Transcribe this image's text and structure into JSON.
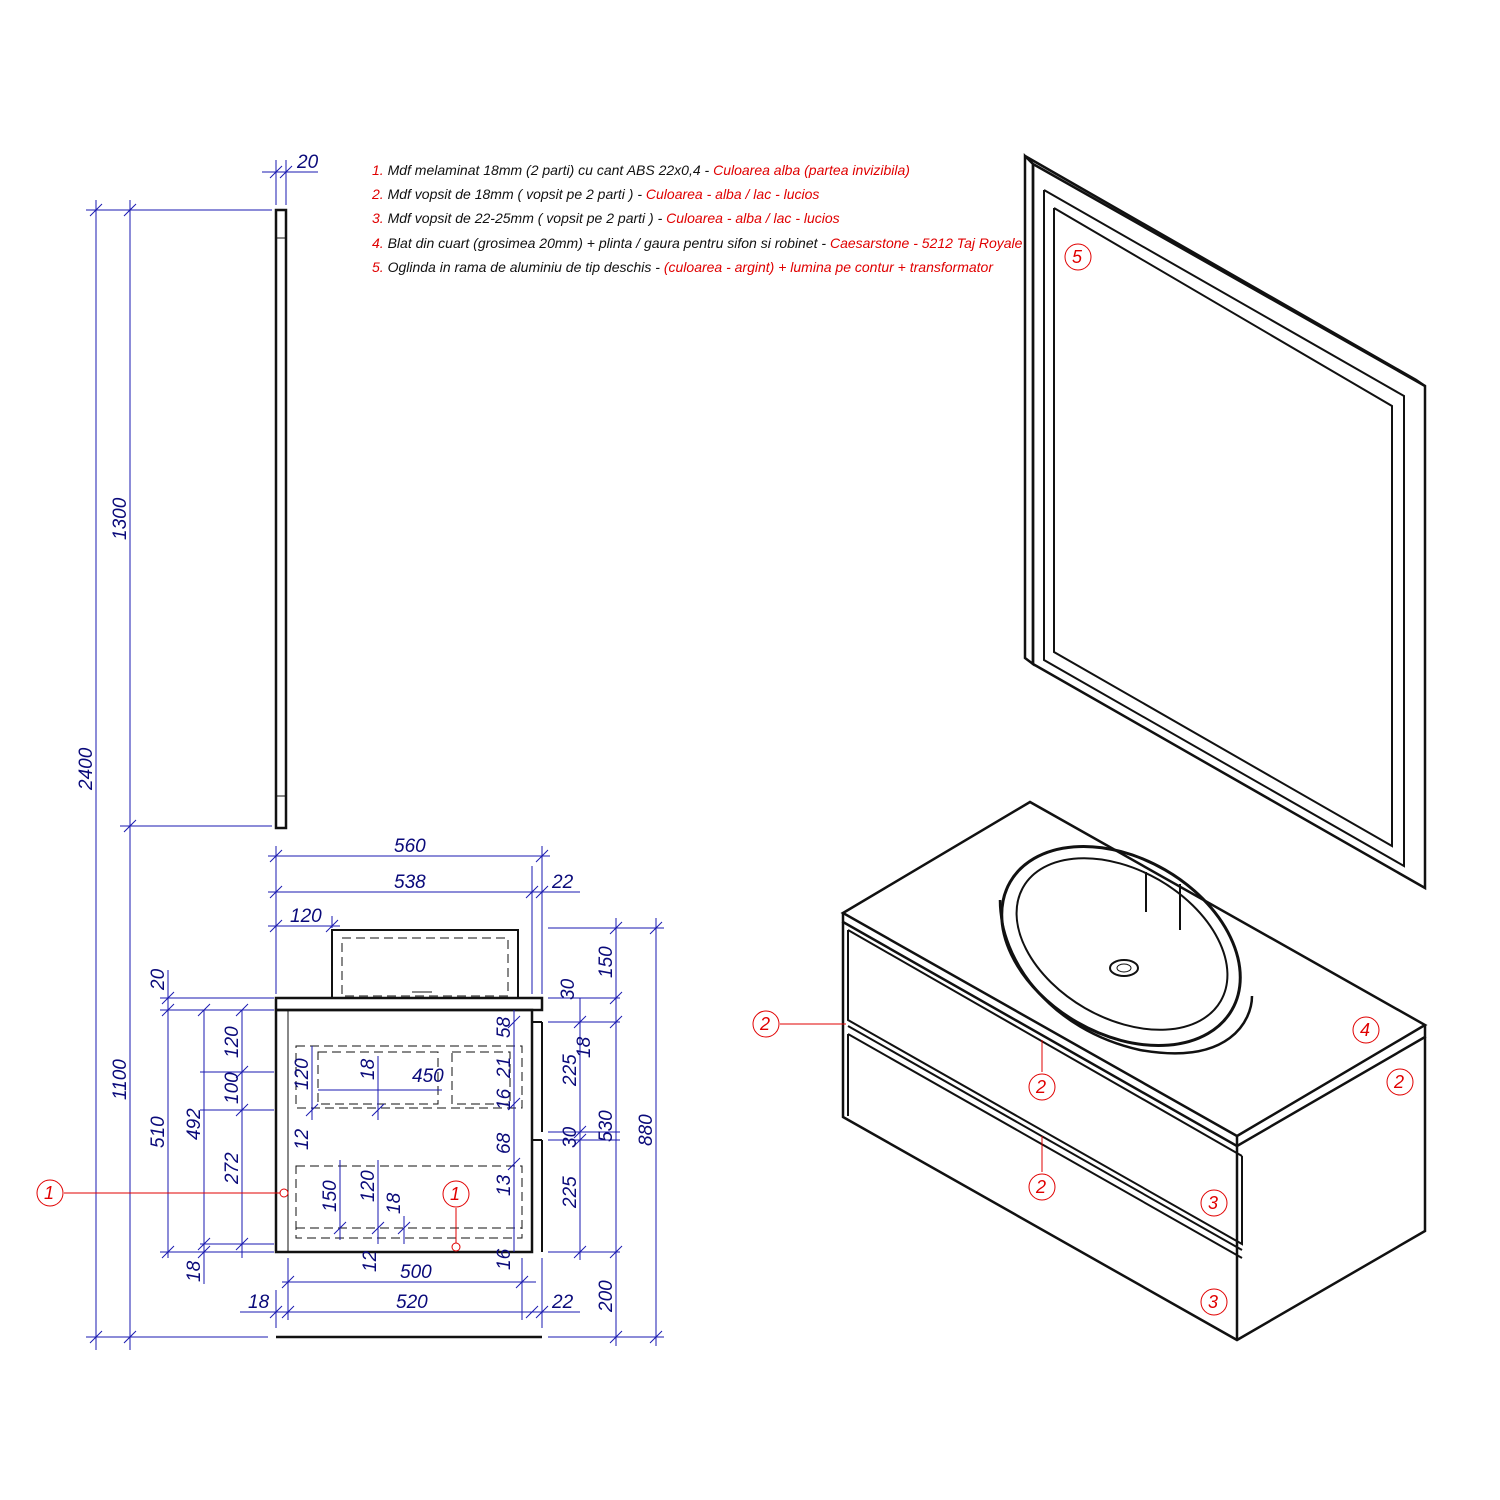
{
  "legend": [
    {
      "num": "1.",
      "text": "Mdf melaminat 18mm (2 parti) cu cant ABS 22x0,4 -",
      "note": "Culoarea alba (partea invizibila)"
    },
    {
      "num": "2.",
      "text": "Mdf vopsit de 18mm ( vopsit pe 2 parti ) -",
      "note": "Culoarea - alba / lac - lucios"
    },
    {
      "num": "3.",
      "text": "Mdf vopsit de 22-25mm ( vopsit pe 2 parti ) -",
      "note": "Culoarea - alba / lac - lucios"
    },
    {
      "num": "4.",
      "text": "Blat din cuart (grosimea 20mm) + plinta / gaura pentru sifon si robinet -",
      "note": "Caesarstone - 5212 Taj Royale"
    },
    {
      "num": "5.",
      "text": "Oglinda in rama de aluminiu de tip deschis -",
      "note": "(culoarea - argint) + lumina pe contur + transformator"
    }
  ],
  "dimensions": {
    "mirror_thickness": "20",
    "total_height": "2400",
    "mirror_height": "1300",
    "vanity_height": "1100",
    "width_total": "560",
    "width_body": "538",
    "front_thickness": "22",
    "sink_offset": "120",
    "sink_height": "150",
    "top_thickness": "20",
    "top_offset": "30",
    "carcass_height": "510",
    "inner_height": "492",
    "upper_drawer_height": "120",
    "gap_100": "100",
    "lower_drawer_height": "272",
    "base_18": "18",
    "front_gap_18": "18",
    "front_top": "225",
    "front_bottom": "225",
    "front_total": "530",
    "front_gap_30": "30",
    "total_880": "880",
    "leg_height": "200",
    "drawer_side_58": "58",
    "drawer_21": "21",
    "drawer_16a": "16",
    "drawer_68": "68",
    "drawer_13": "13",
    "drawer_16b": "16",
    "drawer_front_120": "120",
    "drawer_18": "18",
    "drawer_450": "450",
    "drawer_12a": "12",
    "drawer_150": "150",
    "drawer_120b": "120",
    "drawer_18b": "18",
    "drawer_12b": "12",
    "inner_width": "500",
    "outer_width": "520",
    "side_18": "18",
    "front_22": "22"
  },
  "callouts": {
    "one": "1",
    "two": "2",
    "three": "3",
    "four": "4",
    "five": "5"
  }
}
